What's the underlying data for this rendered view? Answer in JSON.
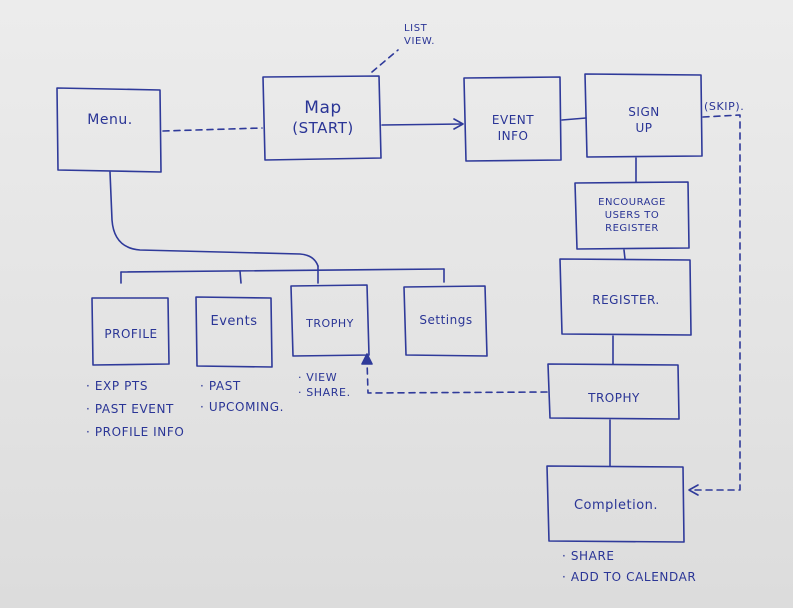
{
  "nodes": {
    "menu": "Menu.",
    "map_line1": "Map",
    "map_line2": "(START)",
    "event_info_line1": "EVENT",
    "event_info_line2": "INFO",
    "sign_up_line1": "SIGN",
    "sign_up_line2": "UP",
    "encourage_line1": "ENCOURAGE",
    "encourage_line2": "USERS TO",
    "encourage_line3": "REGISTER",
    "register": "REGISTER.",
    "trophy_flow": "TROPHY",
    "completion": "Completion.",
    "profile": "PROFILE",
    "events": "Events",
    "trophy_menu": "TROPHY",
    "settings": "Settings"
  },
  "annotations": {
    "list_view_line1": "LIST",
    "list_view_line2": "VIEW.",
    "skip": "(SKIP)."
  },
  "notes": {
    "profile": [
      "· EXP PTS",
      "· PAST EVENT",
      "· PROFILE INFO"
    ],
    "events": [
      "· PAST",
      "· UPCOMING."
    ],
    "trophy": [
      "· VIEW",
      "· SHARE."
    ],
    "completion": [
      "· SHARE",
      "· ADD TO CALENDAR"
    ]
  },
  "colors": {
    "ink": "#2f3a9a",
    "paper": "#e6e6e6"
  }
}
